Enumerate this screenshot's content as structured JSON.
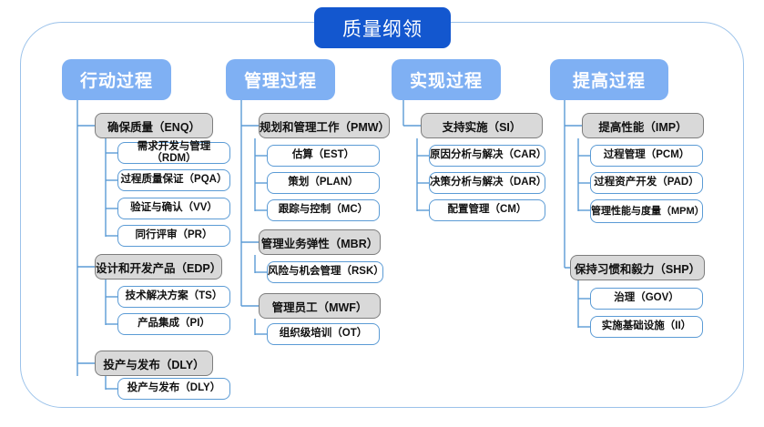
{
  "diagram": {
    "title": "质量纲领",
    "frame_label": "outer-rounded-frame",
    "colors": {
      "title_bg": "#1357cf",
      "column_header_bg": "#7fb0f3",
      "group_box_bg": "#d9d9d9",
      "group_box_border": "#7d7d7d",
      "leaf_box_border": "#5b9bd5",
      "frame_border": "#9bc2ea",
      "connector": "#5b9bd5",
      "text": "#111111"
    },
    "columns": [
      {
        "header": "行动过程",
        "groups": [
          {
            "label": "确保质量（ENQ）",
            "children": [
              "需求开发与管理（RDM）",
              "过程质量保证（PQA）",
              "验证与确认（VV）",
              "同行评审（PR）"
            ]
          },
          {
            "label": "设计和开发产品（EDP）",
            "children": [
              "技术解决方案（TS）",
              "产品集成（PI）"
            ]
          },
          {
            "label": "投产与发布（DLY）",
            "children": [
              "投产与发布（DLY）"
            ]
          }
        ]
      },
      {
        "header": "管理过程",
        "groups": [
          {
            "label": "规划和管理工作（PMW）",
            "children": [
              "估算（EST）",
              "策划（PLAN）",
              "跟踪与控制（MC）"
            ]
          },
          {
            "label": "管理业务弹性（MBR）",
            "children": [
              "风险与机会管理（RSK）"
            ]
          },
          {
            "label": "管理员工（MWF）",
            "children": [
              "组织级培训（OT）"
            ]
          }
        ]
      },
      {
        "header": "实现过程",
        "groups": [
          {
            "label": "支持实施（SI）",
            "children": [
              "原因分析与解决（CAR）",
              "决策分析与解决（DAR）",
              "配置管理（CM）"
            ]
          }
        ]
      },
      {
        "header": "提高过程",
        "groups": [
          {
            "label": "提高性能（IMP）",
            "children": [
              "过程管理（PCM）",
              "过程资产开发（PAD）",
              "管理性能与度量（MPM）"
            ]
          },
          {
            "label": "保持习惯和毅力（SHP）",
            "children": [
              "治理（GOV）",
              "实施基础设施（II）"
            ]
          }
        ]
      }
    ]
  }
}
